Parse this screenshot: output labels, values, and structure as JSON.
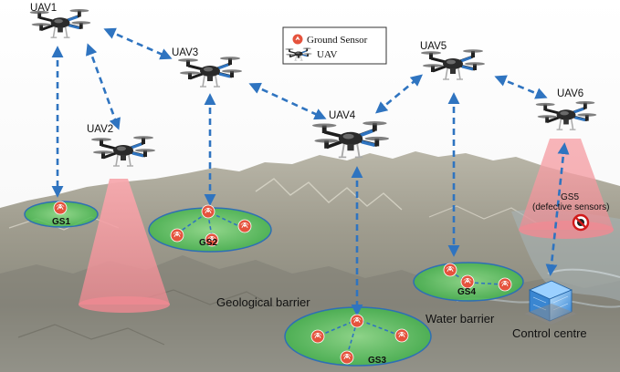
{
  "uavs": [
    {
      "id": "uav1",
      "label": "UAV1"
    },
    {
      "id": "uav2",
      "label": "UAV2"
    },
    {
      "id": "uav3",
      "label": "UAV3"
    },
    {
      "id": "uav4",
      "label": "UAV4"
    },
    {
      "id": "uav5",
      "label": "UAV5"
    },
    {
      "id": "uav6",
      "label": "UAV6"
    }
  ],
  "ground_stations": [
    {
      "id": "gs1",
      "label": "GS1",
      "sensor_count": 1
    },
    {
      "id": "gs2",
      "label": "GS2",
      "sensor_count": 4
    },
    {
      "id": "gs3",
      "label": "GS3",
      "sensor_count": 4
    },
    {
      "id": "gs4",
      "label": "GS4",
      "sensor_count": 3
    },
    {
      "id": "gs5",
      "label": "GS5",
      "sublabel": "(defective sensors)",
      "sensor_count": 0
    }
  ],
  "legend": {
    "ground_sensor": "Ground Sensor",
    "uav": "UAV"
  },
  "annotations": {
    "geological_barrier": "Geological barrier",
    "water_barrier": "Water barrier",
    "control_centre": "Control centre"
  },
  "colors": {
    "link": "#2f74c0",
    "sensor": "#e5533d",
    "cluster_fill": "#52c44f",
    "cluster_stroke": "#2e6fb5",
    "beam": "#f08a92",
    "no_symbol": "#d11a1a"
  }
}
